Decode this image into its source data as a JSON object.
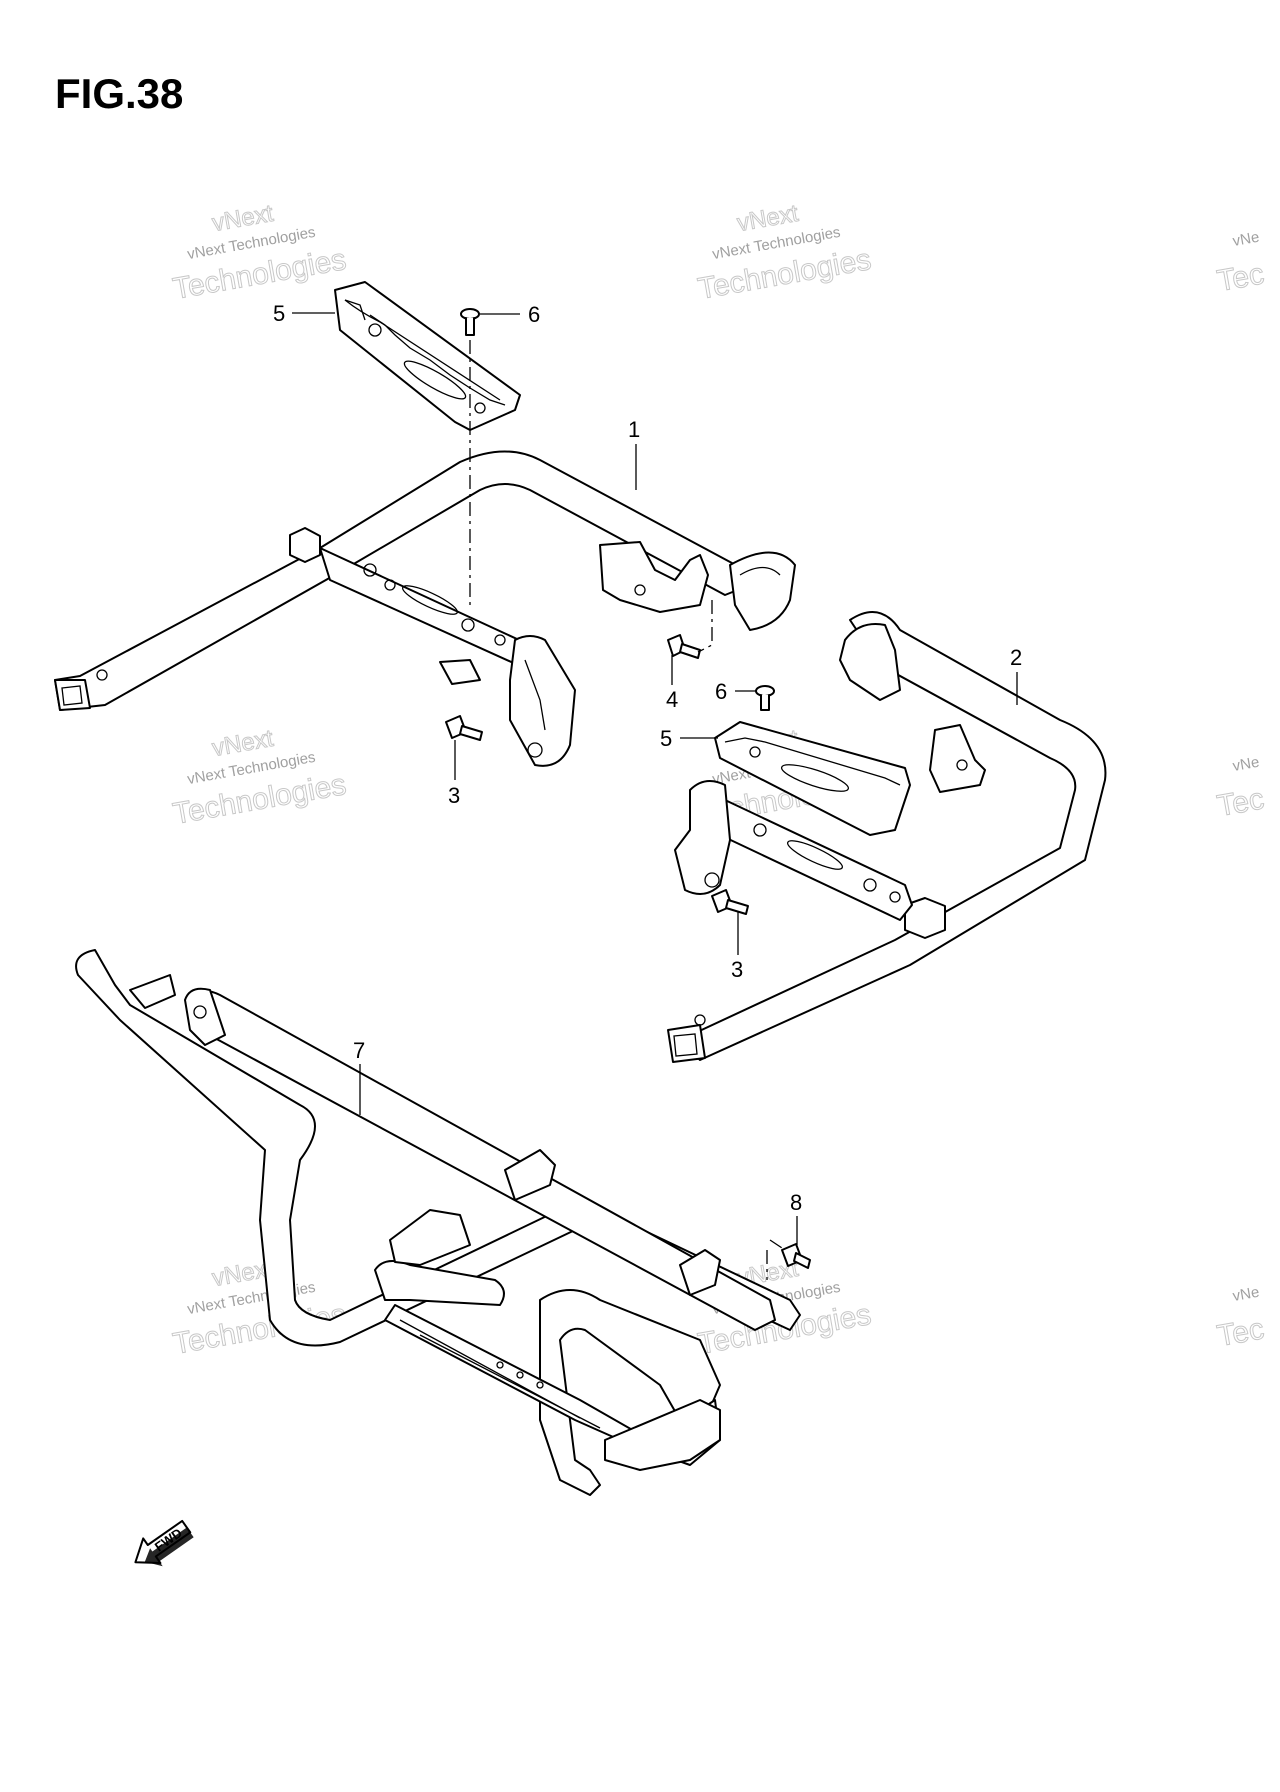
{
  "figure": {
    "title": "FIG.38"
  },
  "callouts": [
    {
      "id": "c5a",
      "label": "5"
    },
    {
      "id": "c6a",
      "label": "6"
    },
    {
      "id": "c1",
      "label": "1"
    },
    {
      "id": "c4",
      "label": "4"
    },
    {
      "id": "c6b",
      "label": "6"
    },
    {
      "id": "c5b",
      "label": "5"
    },
    {
      "id": "c2",
      "label": "2"
    },
    {
      "id": "c3a",
      "label": "3"
    },
    {
      "id": "c3b",
      "label": "3"
    },
    {
      "id": "c7",
      "label": "7"
    },
    {
      "id": "c8",
      "label": "8"
    }
  ],
  "watermark": {
    "line1": "vNext",
    "line2": "vNext Technologies",
    "line3": "Technologies",
    "partial": "vNe",
    "partial3": "Tec"
  },
  "fwd_label": "FWD",
  "colors": {
    "line": "#000000",
    "watermark": "#c8c8c8",
    "background": "#ffffff"
  }
}
